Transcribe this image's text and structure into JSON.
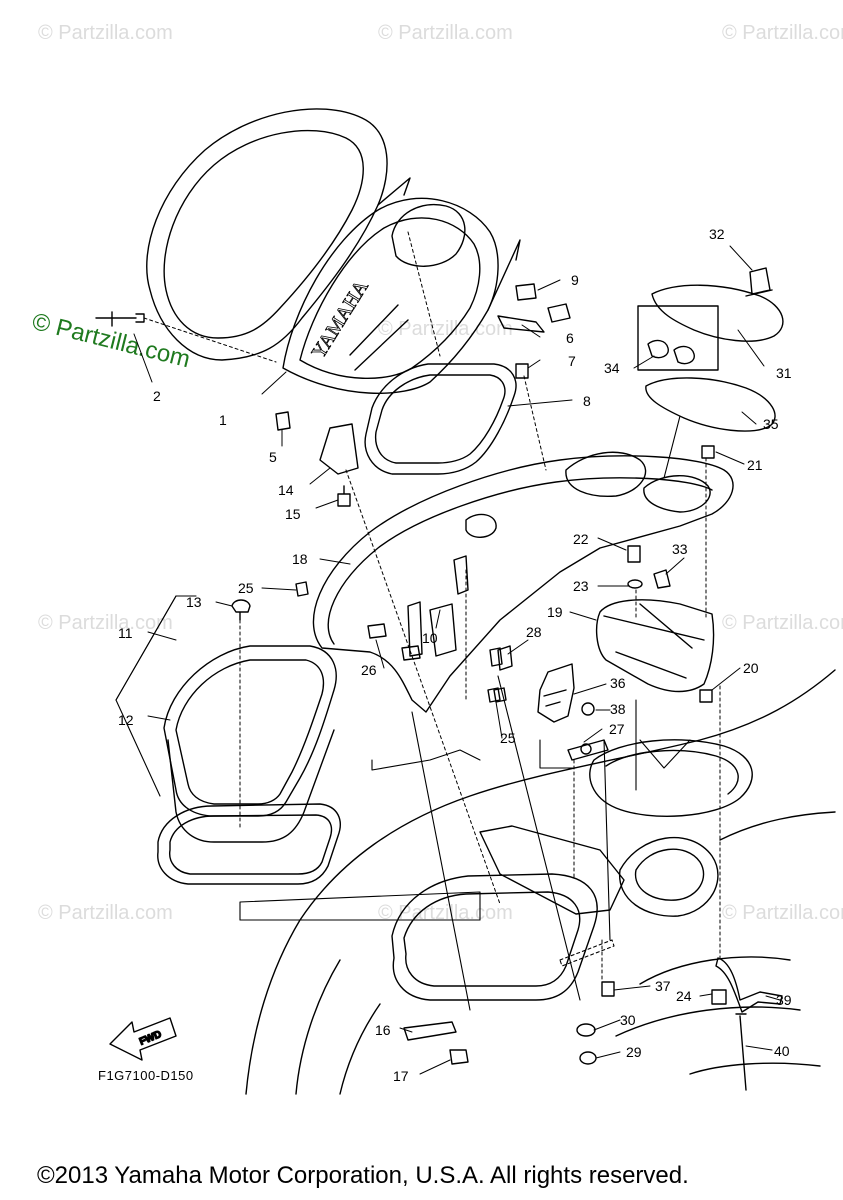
{
  "watermarks": {
    "text": "© Partzilla.com",
    "brand_text": "© Partzilla.com",
    "brand_color": "#1f7a1f"
  },
  "diagram": {
    "drawing_code": "F1G7100-D150",
    "fwd_label": "FWD",
    "emboss_text": "YAMAHA",
    "callouts": [
      "1",
      "2",
      "5",
      "6",
      "7",
      "8",
      "9",
      "10",
      "11",
      "12",
      "13",
      "14",
      "15",
      "16",
      "17",
      "18",
      "19",
      "20",
      "21",
      "22",
      "23",
      "24",
      "25",
      "25",
      "26",
      "27",
      "28",
      "29",
      "30",
      "31",
      "32",
      "33",
      "34",
      "35",
      "36",
      "37",
      "38",
      "39",
      "40"
    ]
  },
  "footer": {
    "copyright": "©2013 Yamaha Motor Corporation, U.S.A. All rights reserved."
  }
}
